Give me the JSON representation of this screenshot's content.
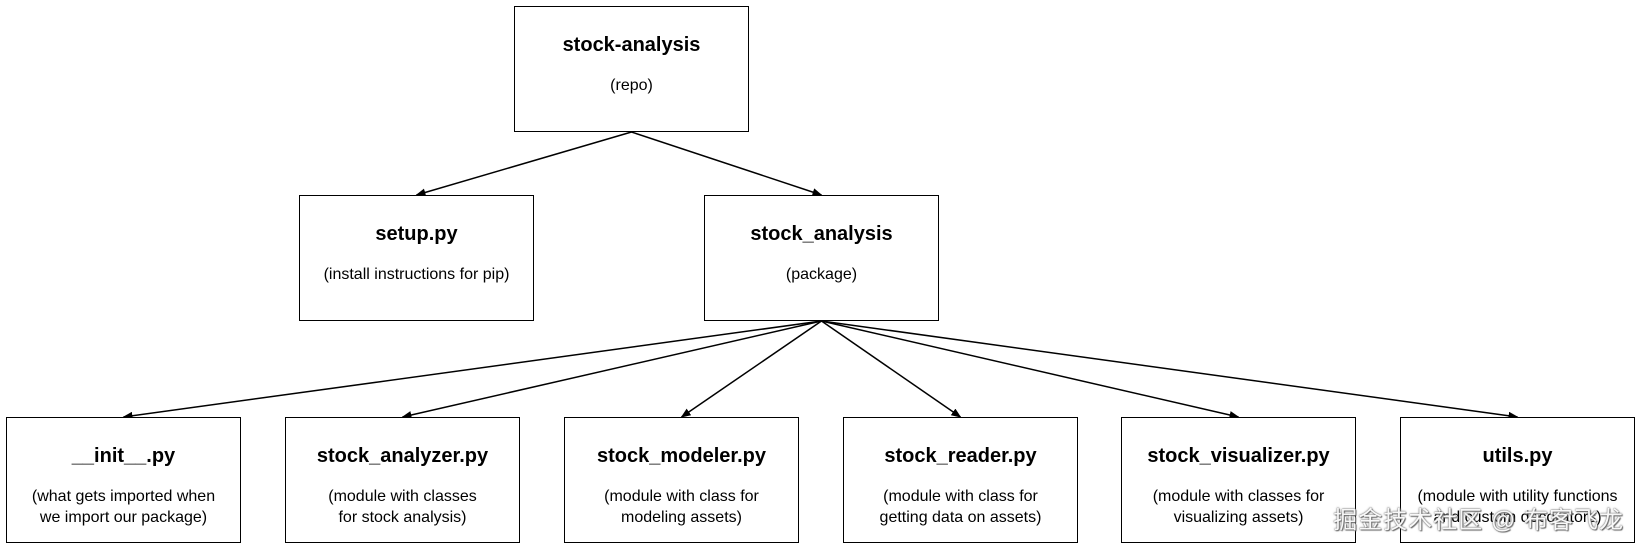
{
  "nodes": {
    "repo": {
      "title": "stock-analysis",
      "subtitle": "(repo)"
    },
    "setup": {
      "title": "setup.py",
      "subtitle": "(install instructions for pip)"
    },
    "package": {
      "title": "stock_analysis",
      "subtitle": "(package)"
    },
    "init": {
      "title": "__init__.py",
      "subtitle": "(what gets imported when\nwe import our package)"
    },
    "analyzer": {
      "title": "stock_analyzer.py",
      "subtitle": "(module with classes\nfor stock analysis)"
    },
    "modeler": {
      "title": "stock_modeler.py",
      "subtitle": "(module with class for\nmodeling assets)"
    },
    "reader": {
      "title": "stock_reader.py",
      "subtitle": "(module with class for\ngetting data on assets)"
    },
    "visualizer": {
      "title": "stock_visualizer.py",
      "subtitle": "(module with classes for\nvisualizing assets)"
    },
    "utils": {
      "title": "utils.py",
      "subtitle": "(module with utility functions\nand custom decorators)"
    }
  },
  "edges": [
    [
      "repo",
      "setup"
    ],
    [
      "repo",
      "package"
    ],
    [
      "package",
      "init"
    ],
    [
      "package",
      "analyzer"
    ],
    [
      "package",
      "modeler"
    ],
    [
      "package",
      "reader"
    ],
    [
      "package",
      "visualizer"
    ],
    [
      "package",
      "utils"
    ]
  ],
  "watermark": "掘金技术社区 @ 布客飞龙",
  "colors": {
    "stroke": "#000000",
    "background": "#ffffff"
  }
}
